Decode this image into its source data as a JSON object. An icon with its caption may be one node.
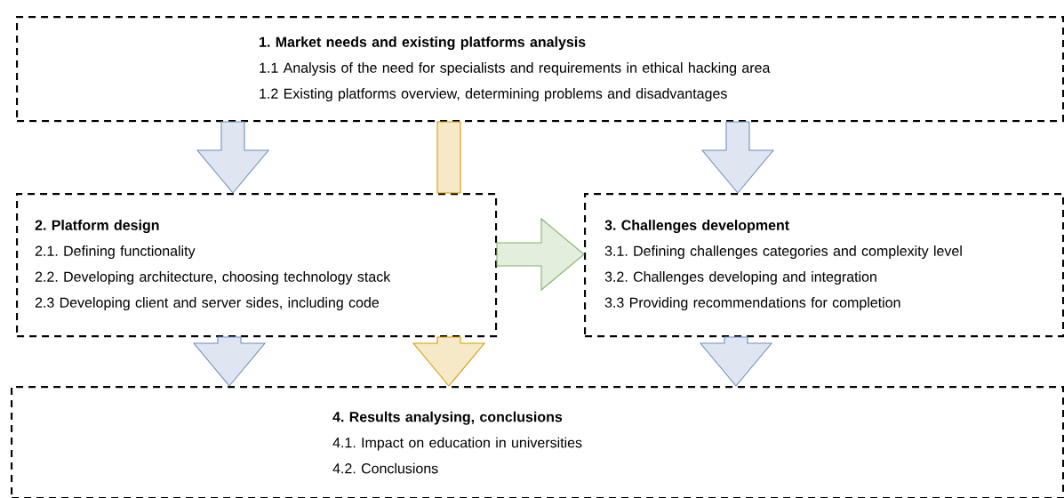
{
  "diagram": {
    "nodes": [
      {
        "text": [
          "1. Market needs and existing platforms analysis",
          "1.1 Analysis of the need for specialists and requirements in ethical hacking area",
          "1.2 Existing platforms overview, determining problems and disadvantages"
        ]
      },
      {
        "text": [
          "2. Platform design",
          "2.1. Defining functionality",
          "2.2. Developing architecture, choosing technology stack",
          "2.3  Developing client and server sides, including code"
        ]
      },
      {
        "text": [
          "3. Challenges development",
          "3.1. Defining challenges categories and complexity level",
          "3.2. Challenges developing and integration",
          "3.3  Providing recommendations for completion"
        ]
      },
      {
        "text": [
          "4. Results analysing, conclusions",
          "4.1. Impact on education in universities",
          "4.2. Conclusions"
        ]
      }
    ],
    "edges": [
      {
        "from": 0,
        "to": 1,
        "arrow": "to"
      },
      {
        "from": 0,
        "to": 2,
        "arrow": "to"
      },
      {
        "from": 0,
        "to": 1,
        "arrow": "none",
        "color": "#d79b00"
      },
      {
        "from": 1,
        "to": 2,
        "arrow": "to",
        "color": "#82b366"
      },
      {
        "from": 1,
        "to": 3,
        "arrow": "to"
      },
      {
        "from": 1,
        "to": 3,
        "arrow": "to",
        "color": "#d79b00"
      },
      {
        "from": 2,
        "to": 3,
        "arrow": "to"
      }
    ]
  }
}
